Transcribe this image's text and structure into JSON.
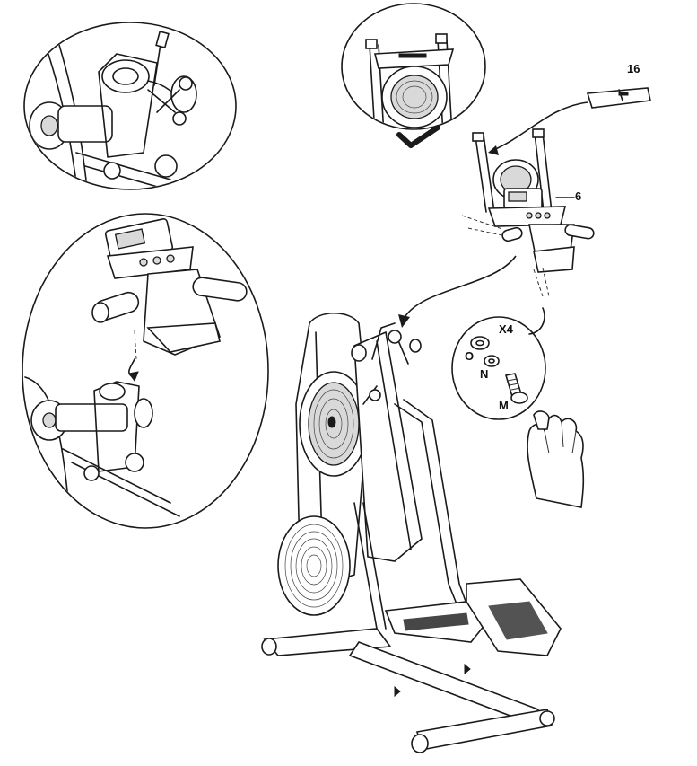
{
  "labels": {
    "part_16": "16",
    "part_6": "6",
    "quantity": "X4",
    "part_o": "O",
    "part_n": "N",
    "part_m": "M"
  },
  "icons": [
    "scissors-icon",
    "checkmark-icon",
    "hand-icon"
  ],
  "colors": {
    "ink": "#1a1a1a",
    "background": "#ffffff"
  }
}
